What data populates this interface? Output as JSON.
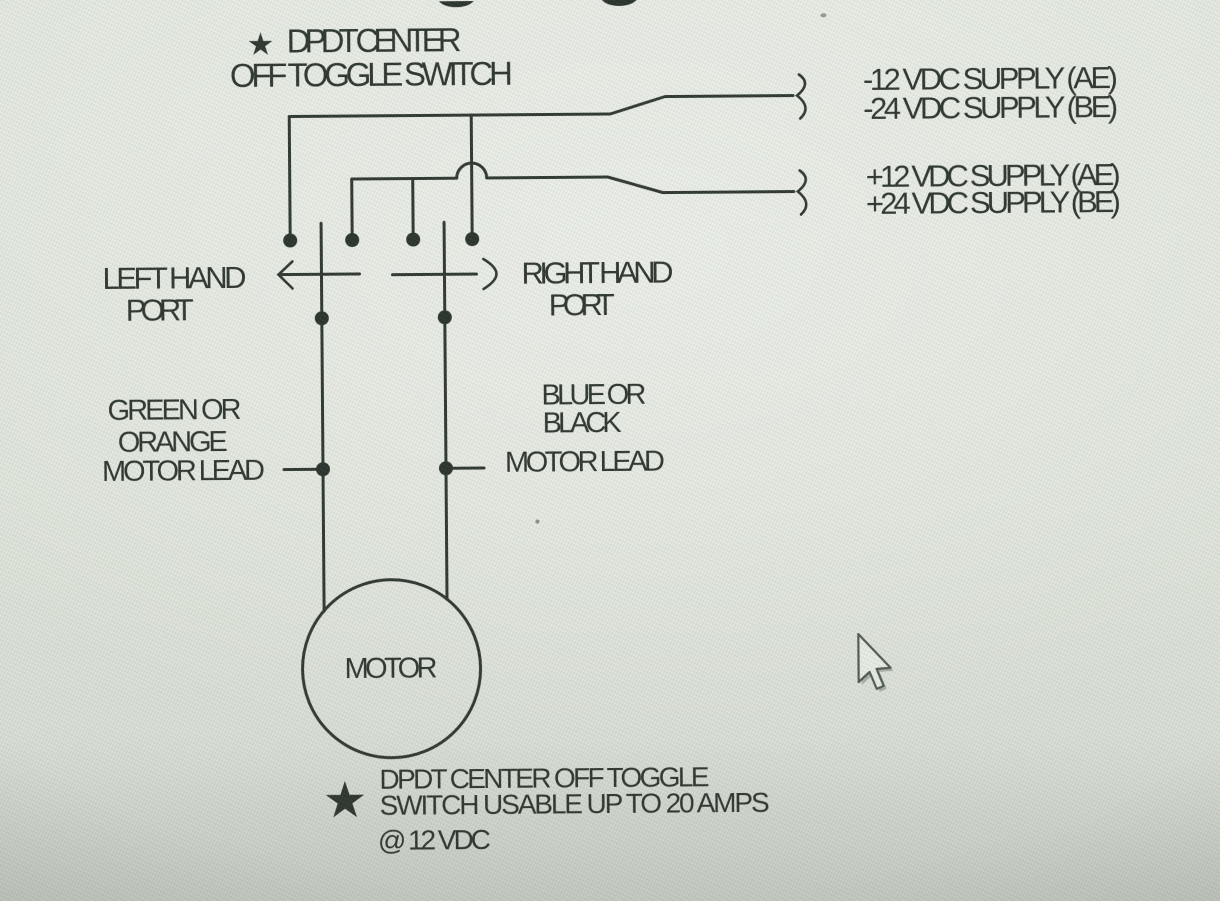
{
  "colors": {
    "background": "#dfe4da",
    "ink": "#262e28"
  },
  "title": {
    "star": "★",
    "line1": "DPDT CENTER",
    "line2": "OFF TOGGLE SWITCH"
  },
  "supply_negative": {
    "line1": "-12 VDC SUPPLY (AE)",
    "line2": "-24 VDC SUPPLY (BE)"
  },
  "supply_positive": {
    "line1": "+12 VDC SUPPLY (AE)",
    "line2": "+24 VDC SUPPLY (BE)"
  },
  "left_port": {
    "line1": "LEFT HAND",
    "line2": "PORT"
  },
  "right_port": {
    "line1": "RIGHT HAND",
    "line2": "PORT"
  },
  "left_lead": {
    "line1": "GREEN OR",
    "line2": "ORANGE",
    "line3": "MOTOR LEAD"
  },
  "right_lead": {
    "line1": "BLUE OR",
    "line2": "BLACK",
    "line3": "MOTOR LEAD"
  },
  "motor": {
    "label": "MOTOR"
  },
  "note": {
    "star": "★",
    "line1": "DPDT CENTER OFF TOGGLE",
    "line2": "SWITCH USABLE UP TO 20 AMPS",
    "line3": "@ 12 VDC"
  },
  "icons": {
    "cursor": "arrow-pointer"
  }
}
